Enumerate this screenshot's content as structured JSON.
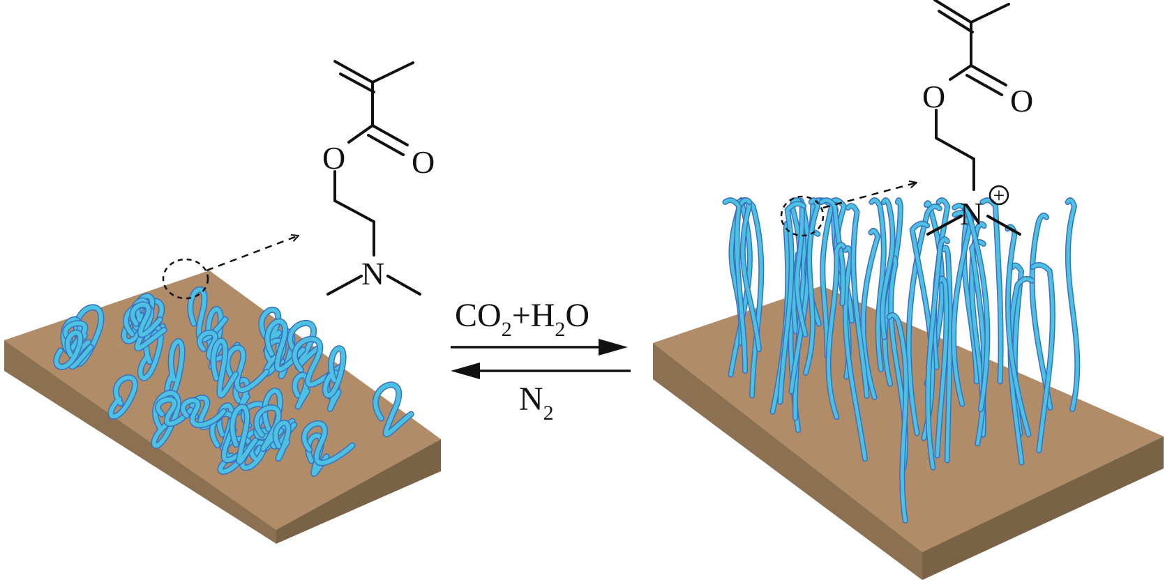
{
  "colors": {
    "substrate_top": "#b08d68",
    "substrate_front": "#8b7151",
    "substrate_side": "#7a6246",
    "chain_light": "#4cc1e2",
    "chain_dark": "#3a6fbf",
    "ink": "#111111"
  },
  "left_molecule": {
    "oxygen_ester": "O",
    "oxygen_carbonyl": "O",
    "nitrogen": "N"
  },
  "right_molecule": {
    "oxygen_ester": "O",
    "oxygen_carbonyl": "O",
    "nitrogen": "N",
    "charge": "+"
  },
  "reaction": {
    "forward_label": "CO2+H2O",
    "forward_parts": [
      "CO",
      "2",
      "+H",
      "2",
      "O"
    ],
    "reverse_label": "N2",
    "reverse_parts": [
      "N",
      "2"
    ]
  },
  "states": {
    "left": "collapsed-coiled-chains",
    "right": "extended-brush-chains"
  }
}
